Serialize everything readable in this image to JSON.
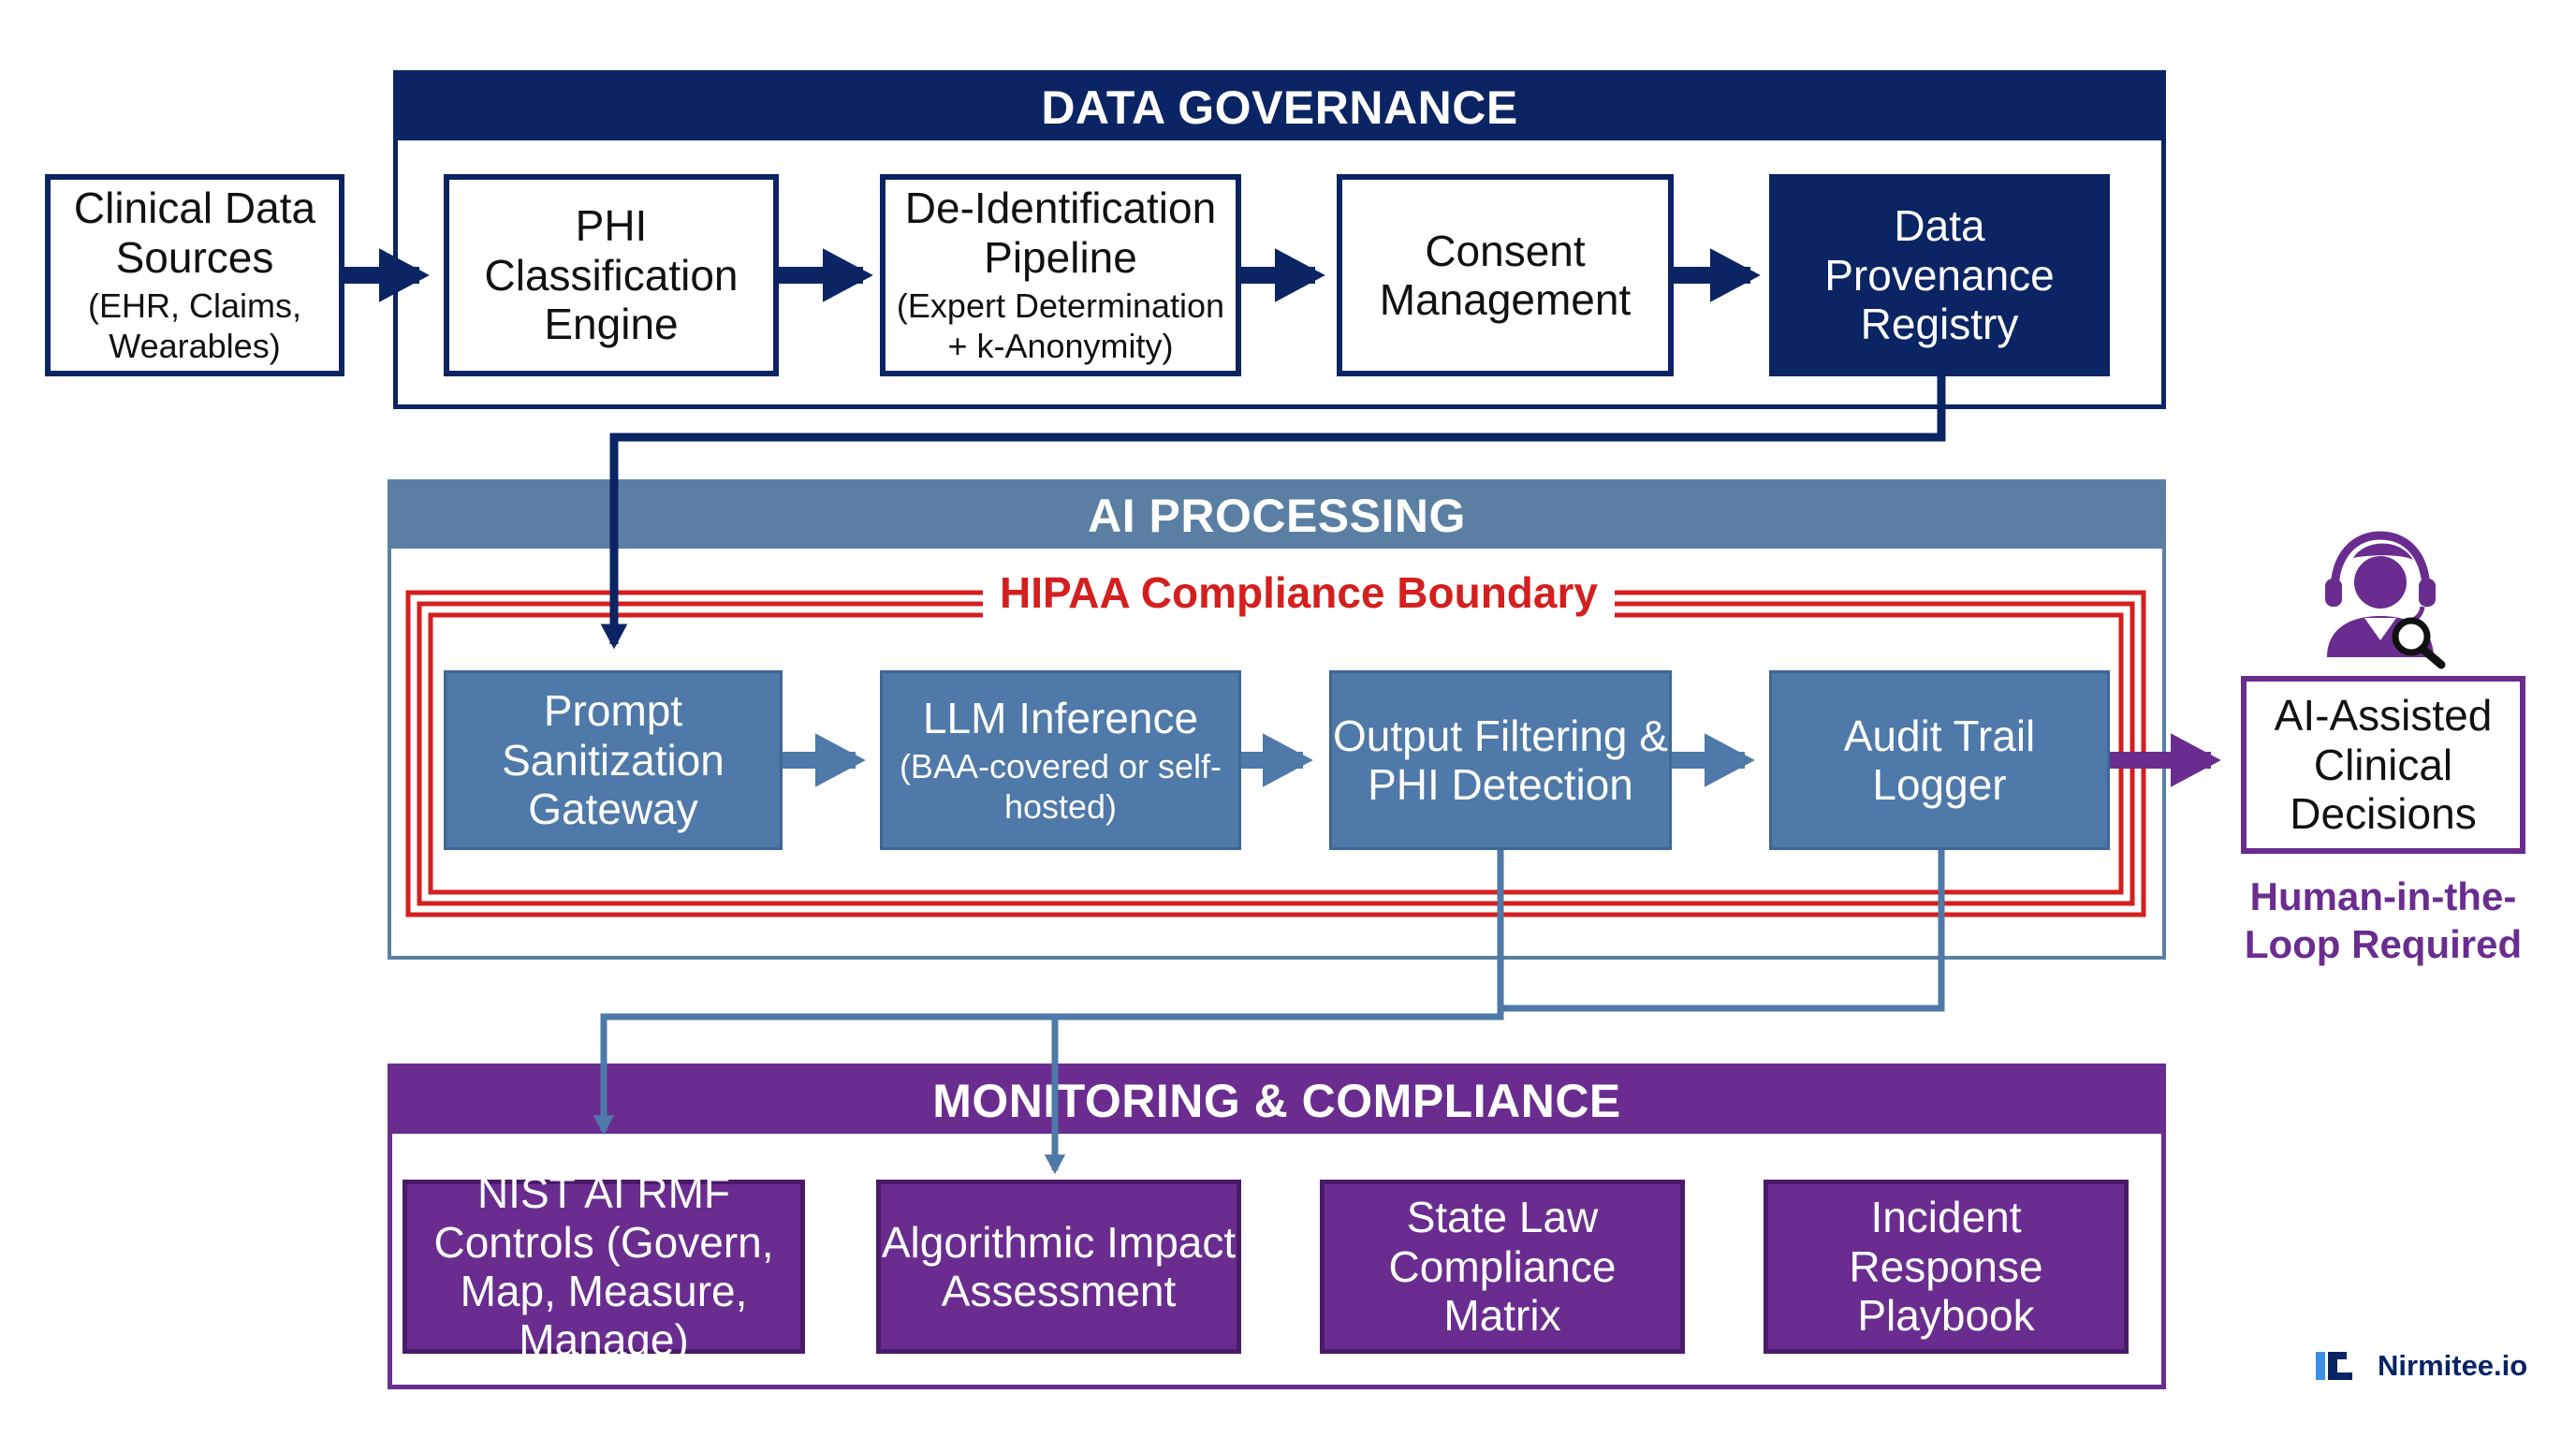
{
  "colors": {
    "governance": "#0b2463",
    "processing": "#4e79a8",
    "monitoring": "#6a2d8f",
    "boundary": "#d41f1f",
    "processing_frame": "#5a7fa3"
  },
  "icons": {
    "clinician": "clinician-with-headset-and-magnifier-icon",
    "brand_logo": "nirmitee-logo-icon"
  },
  "sources": {
    "title": "Clinical Data Sources",
    "subtitle": "(EHR, Claims, Wearables)"
  },
  "governance": {
    "title": "DATA GOVERNANCE",
    "boxes": [
      {
        "title": "PHI Classification Engine",
        "subtitle": ""
      },
      {
        "title": "De-Identification Pipeline",
        "subtitle": "(Expert Determination + k-Anonymity)"
      },
      {
        "title": "Consent Management",
        "subtitle": ""
      },
      {
        "title": "Data Provenance Registry",
        "subtitle": ""
      }
    ]
  },
  "processing": {
    "title": "AI PROCESSING",
    "boundary_label": "HIPAA Compliance Boundary",
    "boxes": [
      {
        "title": "Prompt Sanitization Gateway",
        "subtitle": ""
      },
      {
        "title": "LLM Inference",
        "subtitle": "(BAA-covered or self-hosted)"
      },
      {
        "title": "Output Filtering & PHI Detection",
        "subtitle": ""
      },
      {
        "title": "Audit Trail Logger",
        "subtitle": ""
      }
    ]
  },
  "decisions": {
    "title": "AI-Assisted Clinical Decisions",
    "note": "Human-in-the-Loop Required"
  },
  "monitoring": {
    "title": "MONITORING & COMPLIANCE",
    "boxes": [
      {
        "title": "NIST AI RMF Controls (Govern, Map, Measure, Manage)",
        "subtitle": ""
      },
      {
        "title": "Algorithmic Impact Assessment",
        "subtitle": ""
      },
      {
        "title": "State Law Compliance Matrix",
        "subtitle": ""
      },
      {
        "title": "Incident Response Playbook",
        "subtitle": ""
      }
    ]
  },
  "brand": {
    "name": "Nirmitee.io"
  }
}
